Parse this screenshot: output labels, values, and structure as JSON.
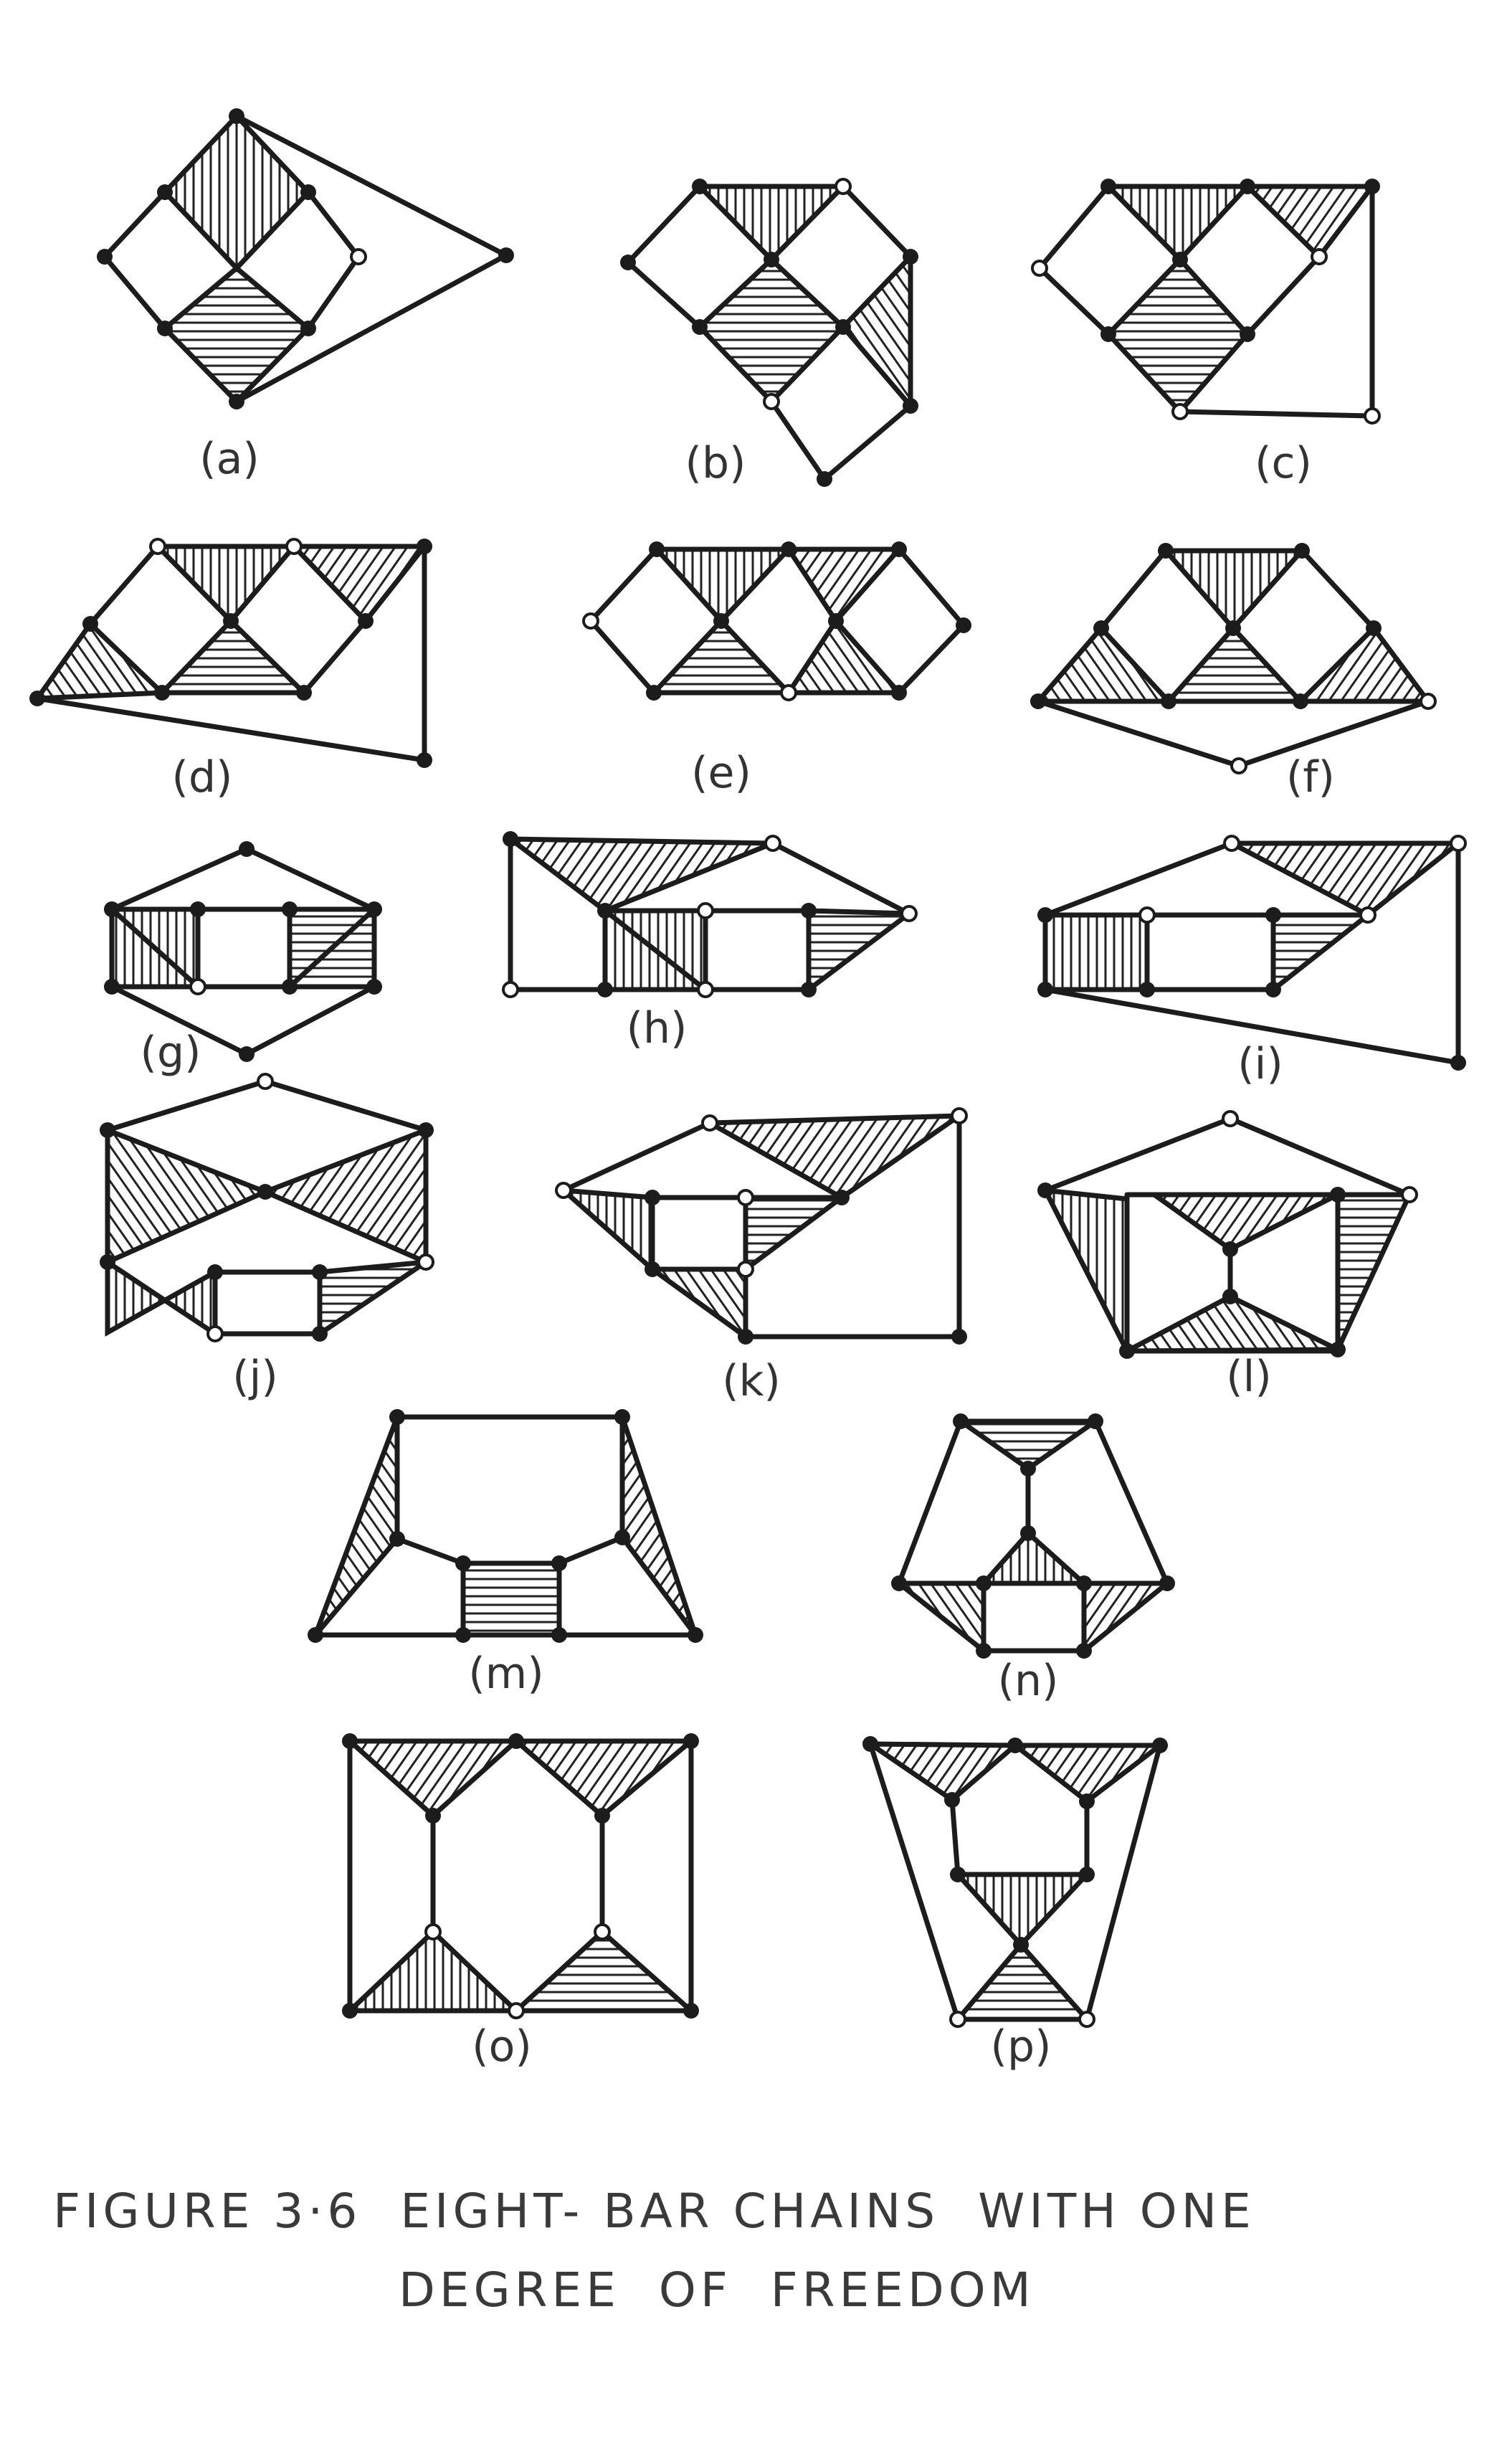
{
  "figure": {
    "caption_line1": "FIGURE 3·6  EIGHT- BAR CHAINS  WITH ONE",
    "caption_line2": "DEGREE  OF  FREEDOM"
  },
  "chains": [
    {
      "id": "a",
      "label": "(a)"
    },
    {
      "id": "b",
      "label": "(b)"
    },
    {
      "id": "c",
      "label": "(c)"
    },
    {
      "id": "d",
      "label": "(d)"
    },
    {
      "id": "e",
      "label": "(e)"
    },
    {
      "id": "f",
      "label": "(f)"
    },
    {
      "id": "g",
      "label": "(g)"
    },
    {
      "id": "h",
      "label": "(h)"
    },
    {
      "id": "i",
      "label": "(i)"
    },
    {
      "id": "j",
      "label": "(j)"
    },
    {
      "id": "k",
      "label": "(k)"
    },
    {
      "id": "l",
      "label": "(l)"
    },
    {
      "id": "m",
      "label": "(m)"
    },
    {
      "id": "n",
      "label": "(n)"
    },
    {
      "id": "o",
      "label": "(o)"
    },
    {
      "id": "p",
      "label": "(p)"
    }
  ]
}
